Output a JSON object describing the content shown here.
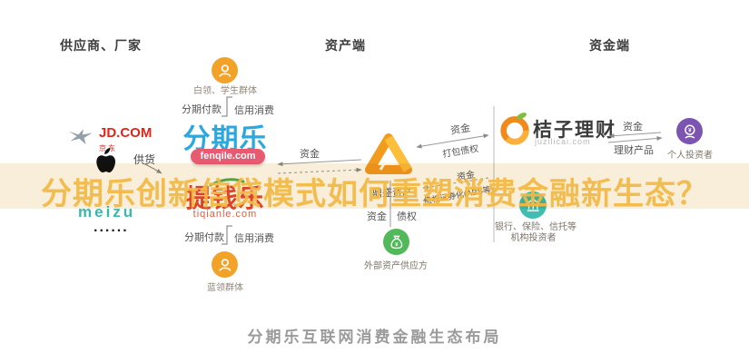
{
  "headers": {
    "suppliers": "供应商、厂家",
    "asset_side": "资产端",
    "funding_side": "资金端"
  },
  "overlay": {
    "title": "分期乐创新信贷模式如何重塑消费金融新生态？"
  },
  "caption": "分期乐互联网消费金融生态布局",
  "suppliers": {
    "jd": "JD.COM",
    "jd_cn": "京东",
    "meizu": "meizu",
    "more": "......",
    "supply_label": "供货"
  },
  "fenqile": {
    "name": "分期乐",
    "domain": "fenqile.com",
    "users": "白领、学生群体",
    "installment": "分期付款",
    "credit": "信用消费",
    "fund": "资金"
  },
  "tiqianle": {
    "name": "提钱乐",
    "domain": "tiqianle.com",
    "users": "蓝领群体",
    "installment": "分期付款",
    "credit": "信用消费"
  },
  "dingsheng": {
    "name": "鼎盛资产",
    "fund_to_juzi": "资金",
    "packaged_debt": "打包债权",
    "fund_from_institution": "资金",
    "abs": "债权证券化(ABS等)",
    "fund": "资金",
    "debt": "债权",
    "external": "外部资产供应方"
  },
  "juzi": {
    "name": "桔子理财",
    "domain": "juzilicai.com",
    "fund": "资金",
    "product": "理财产品",
    "individual": "个人投资者"
  },
  "institution": {
    "line1": "银行、保险、信托等",
    "line2": "机构投资者"
  },
  "icons": {
    "orange_circle": "user-icon",
    "green_circle": "money-bag-icon",
    "purple_circle": "investor-icon",
    "teal_circle": "bank-icon",
    "juzi_logo": "orange-ring-icon",
    "core_logo": "triangle-ribbon-icon",
    "jd_logo": "jd-bird-icon",
    "apple_logo": "apple-icon"
  },
  "colors": {
    "fenqile_blue": "#2AA8E0",
    "fenqile_pill": "#E85A70",
    "tiqianle_red": "#E4492C",
    "orange": "#F2A229",
    "green": "#52B85A",
    "purple": "#7C55B2",
    "teal": "#41BDB2",
    "gold": "#F2B843",
    "jd_red": "#E1251B",
    "meizu_teal": "#38B7AB",
    "band": "#F8EEDA"
  }
}
